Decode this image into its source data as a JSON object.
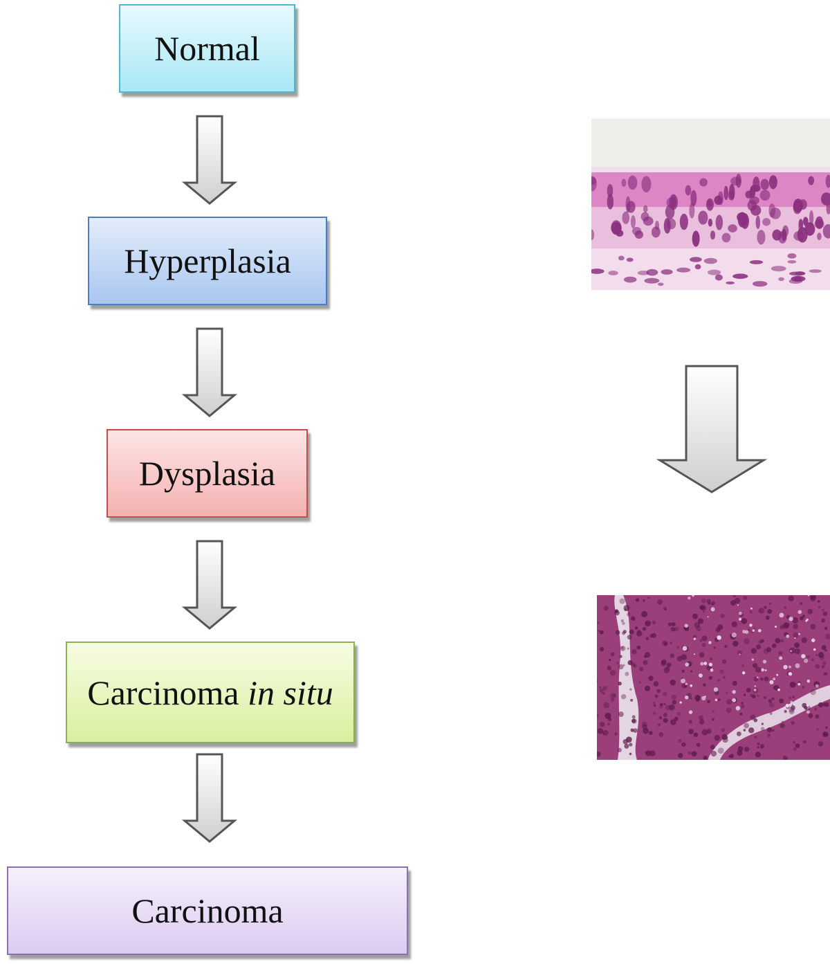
{
  "stages": [
    {
      "id": "normal",
      "label": "Normal",
      "suffix": "",
      "colors": {
        "top": "#e6f9fd",
        "bottom": "#a9e8f7",
        "border": "#4fb6d8"
      }
    },
    {
      "id": "hyperplasia",
      "label": "Hyperplasia",
      "suffix": "",
      "colors": {
        "top": "#e3edfb",
        "bottom": "#a8c6ef",
        "border": "#4a7ebd"
      }
    },
    {
      "id": "dysplasia",
      "label": "Dysplasia",
      "suffix": "",
      "colors": {
        "top": "#fde5e5",
        "bottom": "#f4b1b1",
        "border": "#c64b4b"
      }
    },
    {
      "id": "carcinoma-in-situ",
      "label": "Carcinoma ",
      "suffix": "in situ",
      "colors": {
        "top": "#f7fde4",
        "bottom": "#d9ef9e",
        "border": "#8cb04a"
      }
    },
    {
      "id": "carcinoma",
      "label": "Carcinoma",
      "suffix": "",
      "colors": {
        "top": "#f5f0fb",
        "bottom": "#dccbf1",
        "border": "#8c6fb5"
      }
    }
  ],
  "arrow_colors": {
    "light": "#ffffff",
    "dark": "#cfcfcf",
    "stroke": "#555555"
  },
  "histology": {
    "normal_tissue": {
      "background": "#f0eeeb",
      "stain": "#d768b8",
      "nuclei": "#8a2f7e"
    },
    "carcinoma_tissue": {
      "background": "#9a3f7a",
      "stroma": "#ece6ee",
      "nuclei": "#5c1848"
    }
  }
}
